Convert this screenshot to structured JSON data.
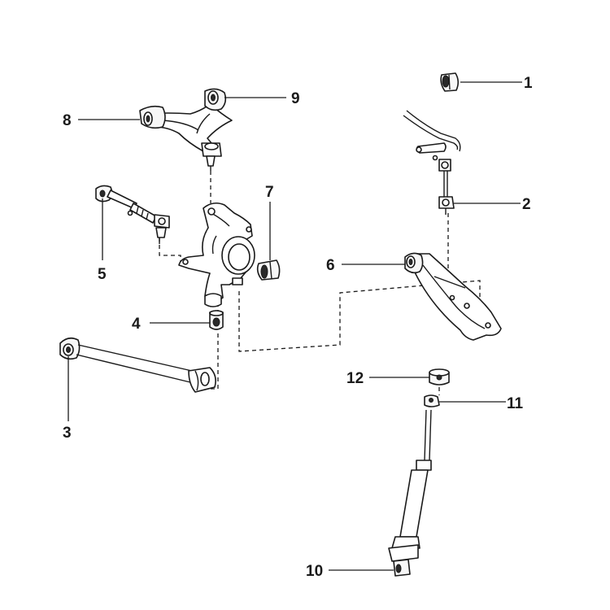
{
  "labels": [
    "1",
    "2",
    "3",
    "4",
    "5",
    "6",
    "7",
    "8",
    "9",
    "10",
    "11",
    "12"
  ],
  "colors": {
    "ink": "#1a1a1a",
    "background": "#ffffff"
  }
}
